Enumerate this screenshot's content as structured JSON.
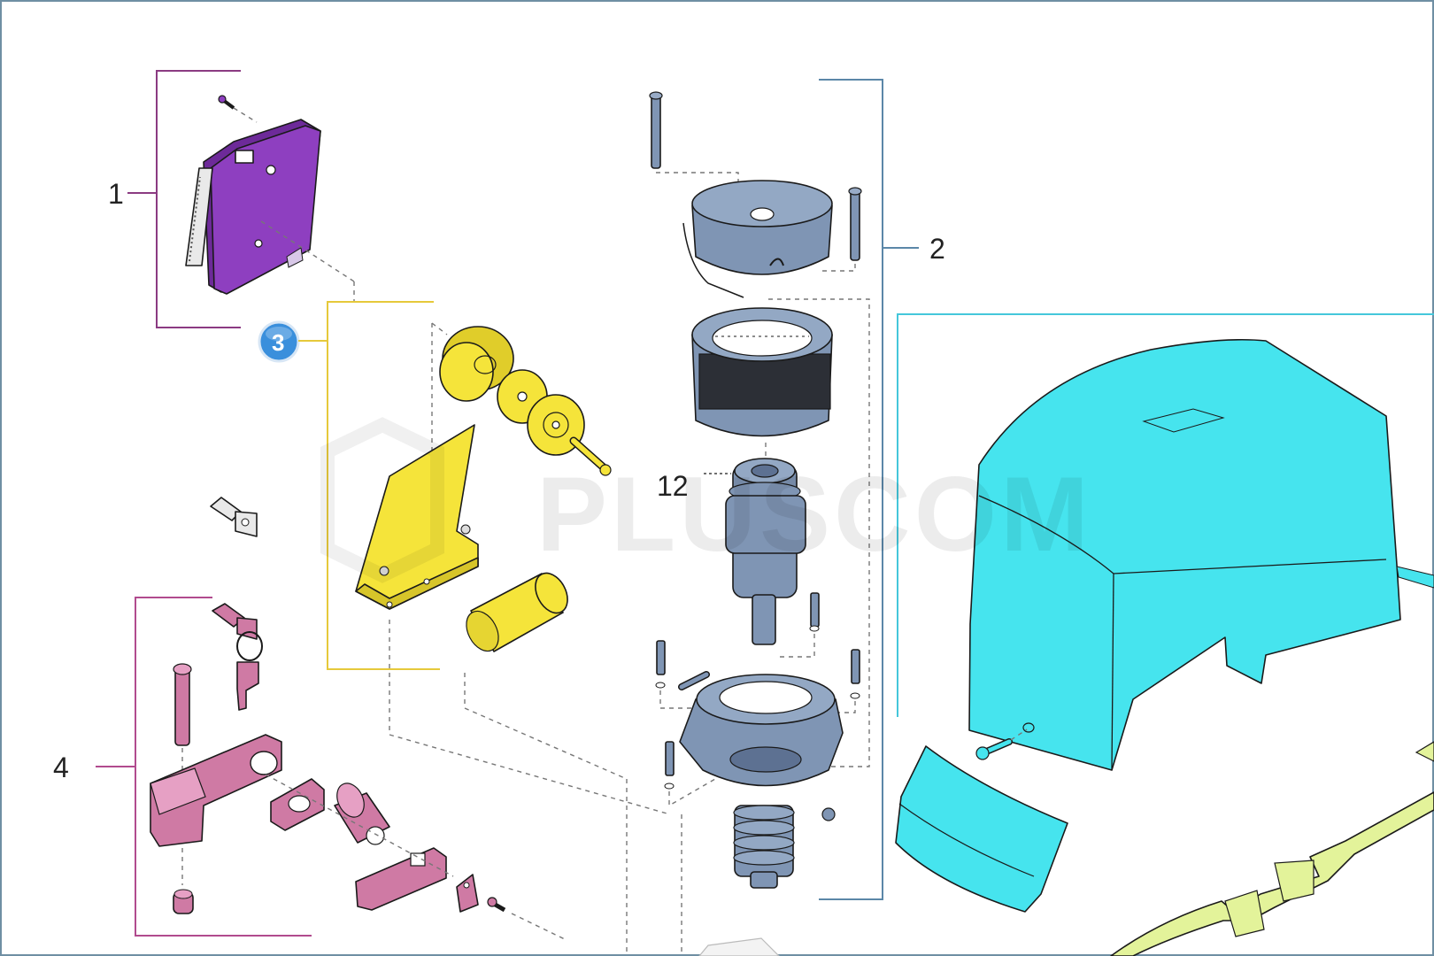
{
  "diagram": {
    "labels": {
      "group1": "1",
      "group2": "2",
      "group4": "4",
      "part12": "12"
    },
    "badge": {
      "text": "3"
    },
    "watermark": {
      "text": "PLUSCOM"
    },
    "colors": {
      "group1": "#8e3fc0",
      "group2": "#7f95b4",
      "group3": "#f5e43a",
      "group4": "#cf7aa4",
      "cover": "#46e4ee",
      "bracket": "#e3f39a",
      "badge": "#3a8fdc",
      "bracket_line_1": "#8b3b82",
      "bracket_line_2": "#5b87a8",
      "bracket_line_3": "#e6c93b",
      "bracket_line_4": "#b14b8e",
      "cover_bracket_line": "#44c7db"
    },
    "icons": [
      "screw-icon",
      "key-icon",
      "control-board-icon",
      "motor-icon",
      "cover-icon",
      "lock-icon"
    ]
  }
}
